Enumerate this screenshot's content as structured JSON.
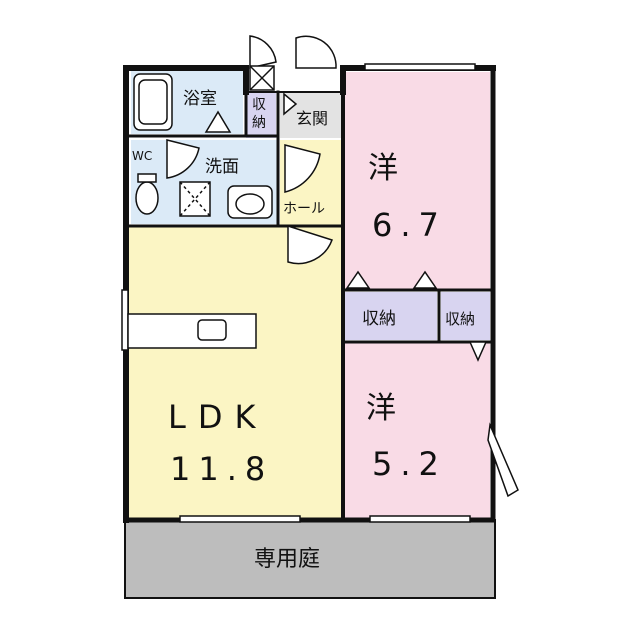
{
  "rooms": {
    "bath": "浴室",
    "wc": "WC",
    "washroom": "洗面",
    "storage_small": "収\n納",
    "entrance": "玄関",
    "hall": "ホール",
    "western_north": {
      "name": "洋",
      "size": "6.7"
    },
    "western_south": {
      "name": "洋",
      "size": "5.2"
    },
    "storage_mid": "収納",
    "storage_right": "収納",
    "ldk": {
      "name": "LDK",
      "size": "11.8"
    },
    "garden": "専用庭"
  },
  "colors": {
    "ldk": "#fbf5c4",
    "bedroom": "#f9dbe6",
    "wet": "#dbeaf7",
    "storage": "#d8d4f0",
    "entrance": "#e3e3e3",
    "garden": "#bdbdbd",
    "wall": "#111111"
  }
}
